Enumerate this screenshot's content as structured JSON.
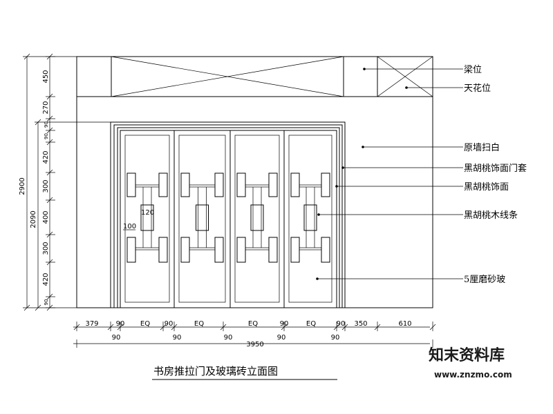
{
  "title": "书房推拉门及玻璃砖立面图",
  "labels": {
    "beam": "梁位",
    "ceiling": "天花位",
    "wall_white": "原墙扫白",
    "door_frame": "黑胡桃饰面门套",
    "veneer": "黑胡桃饰面",
    "wood_strip": "黑胡桃木线条",
    "glass": "5厘磨砂玻"
  },
  "dims_left_outer": {
    "total": "2900"
  },
  "dims_left_mid": {
    "door_height": "2090"
  },
  "dims_left_inner": [
    "450",
    "270",
    "90",
    "90",
    "420",
    "300",
    "400",
    "300",
    "420",
    "90"
  ],
  "dims_panel": {
    "a": "120",
    "b": "100"
  },
  "dims_bottom_top": [
    "379",
    "90",
    "EQ",
    "90",
    "EQ",
    "EQ",
    "90",
    "EQ",
    "90",
    "350",
    "610"
  ],
  "dims_bottom_mid": [
    "90",
    "90",
    "90",
    "90",
    "90"
  ],
  "dims_bottom_total": "3950",
  "watermark": {
    "brand": "知末资料库",
    "url": "www.znzmo.com"
  }
}
